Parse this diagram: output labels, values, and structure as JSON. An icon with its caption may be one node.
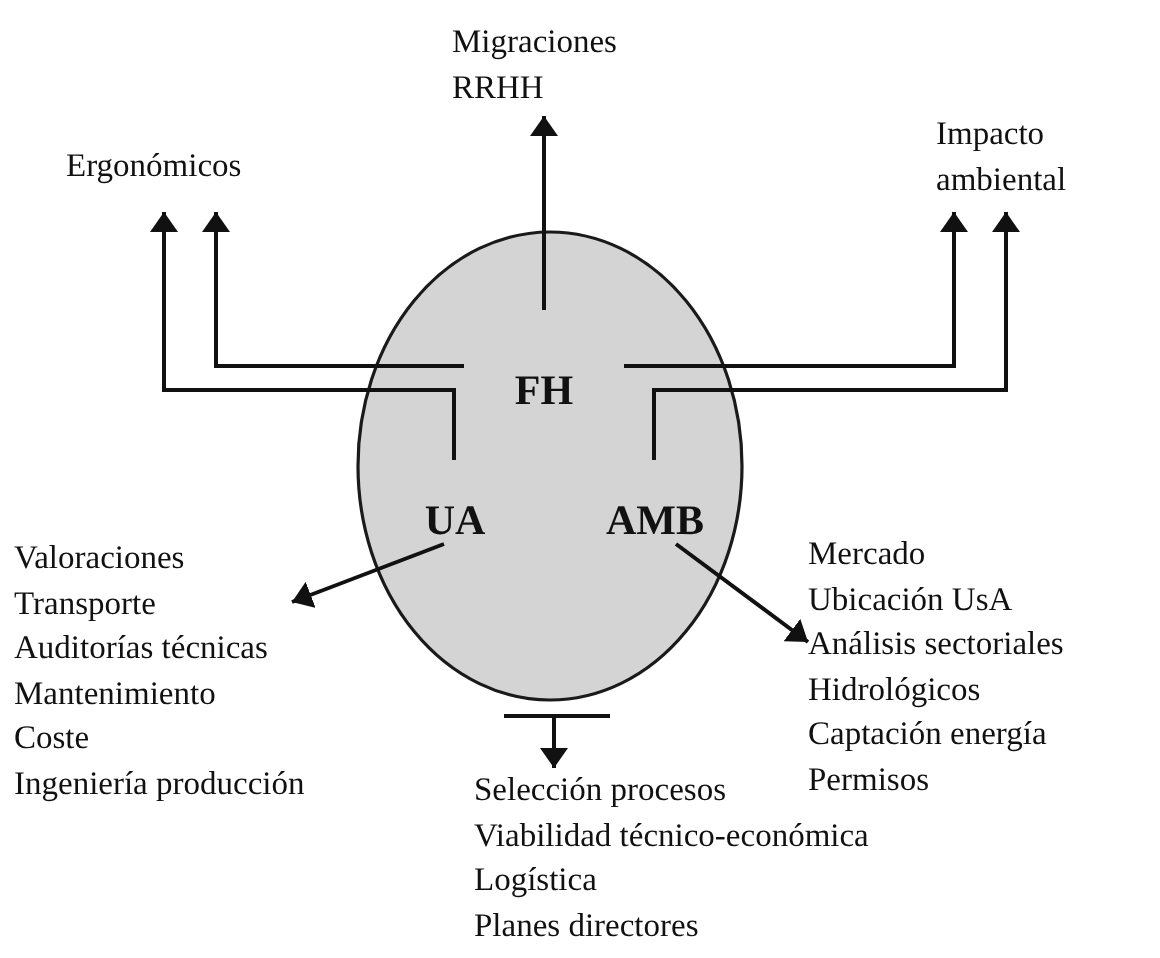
{
  "diagram": {
    "nodes": [
      {
        "text": [],
        "shape": "circle"
      },
      {
        "text": [
          "FH"
        ],
        "in": 0
      },
      {
        "text": [
          "UA"
        ],
        "in": 0
      },
      {
        "text": [
          "AMB"
        ],
        "in": 0
      },
      {
        "text": [
          "Ergonómicos"
        ]
      },
      {
        "text": [
          "Migraciones",
          "RRHH"
        ]
      },
      {
        "text": [
          "Impacto ambiental"
        ]
      },
      {
        "text": [
          "Valoraciones",
          "Transporte",
          "Auditorías técnicas",
          "Mantenimiento",
          "Coste",
          "Ingeniería producción"
        ]
      },
      {
        "text": [
          "Mercado",
          "Ubicación UsA",
          "Análisis sectoriales",
          "Hidrológicos",
          "Captación energía",
          "Permisos"
        ]
      },
      {
        "text": [
          "Selección procesos",
          "Viabilidad técnico-económica",
          "Logística",
          "Planes directores"
        ]
      }
    ],
    "edges": [
      {
        "from": 1,
        "to": 5,
        "arrow": "to"
      },
      {
        "from": 2,
        "to": 4,
        "arrow": "to"
      },
      {
        "from": 1,
        "to": 4,
        "arrow": "to"
      },
      {
        "from": 1,
        "to": 6,
        "arrow": "to"
      },
      {
        "from": 3,
        "to": 6,
        "arrow": "to"
      },
      {
        "from": 2,
        "to": 7,
        "arrow": "to"
      },
      {
        "from": 3,
        "to": 8,
        "arrow": "to"
      },
      {
        "from": 0,
        "to": 9,
        "arrow": "to"
      }
    ]
  }
}
